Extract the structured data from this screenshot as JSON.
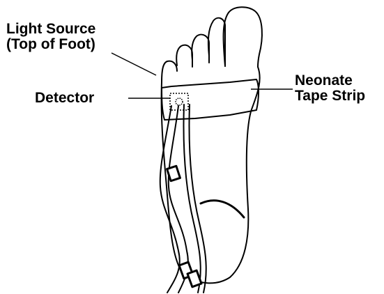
{
  "labels": {
    "light_source_line1": "Light Source",
    "light_source_line2": "(Top of Foot)",
    "detector": "Detector",
    "tape_line1": "Neonate",
    "tape_line2": "Tape Strip"
  },
  "colors": {
    "ink": "#000000",
    "background": "#ffffff"
  }
}
